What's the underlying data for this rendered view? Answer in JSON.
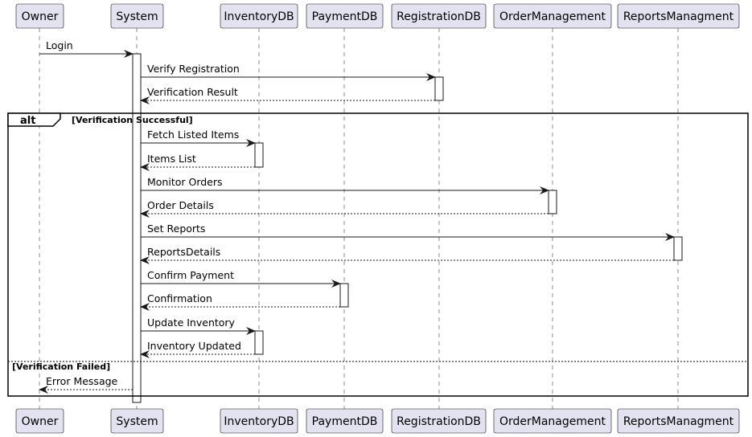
{
  "participants": [
    {
      "id": "owner",
      "label": "Owner"
    },
    {
      "id": "system",
      "label": "System"
    },
    {
      "id": "inventorydb",
      "label": "InventoryDB"
    },
    {
      "id": "paymentdb",
      "label": "PaymentDB"
    },
    {
      "id": "registrationdb",
      "label": "RegistrationDB"
    },
    {
      "id": "ordermanagement",
      "label": "OrderManagement"
    },
    {
      "id": "reportsmanagment",
      "label": "ReportsManagment"
    }
  ],
  "messages": [
    {
      "label": "Login",
      "style": "solid"
    },
    {
      "label": "Verify Registration",
      "style": "solid"
    },
    {
      "label": "Verification Result",
      "style": "dashed"
    },
    {
      "label": "Fetch Listed Items",
      "style": "solid"
    },
    {
      "label": "Items List",
      "style": "dashed"
    },
    {
      "label": "Monitor Orders",
      "style": "solid"
    },
    {
      "label": "Order Details",
      "style": "dashed"
    },
    {
      "label": "Set Reports",
      "style": "solid"
    },
    {
      "label": "ReportsDetails",
      "style": "dashed"
    },
    {
      "label": "Confirm Payment",
      "style": "solid"
    },
    {
      "label": "Confirmation",
      "style": "dashed"
    },
    {
      "label": "Update Inventory",
      "style": "solid"
    },
    {
      "label": "Inventory Updated",
      "style": "dashed"
    },
    {
      "label": "Error Message",
      "style": "dashed"
    }
  ],
  "alt_frame": {
    "keyword": "alt",
    "guard_success": "[Verification Successful]",
    "guard_failure": "[Verification Failed]"
  }
}
